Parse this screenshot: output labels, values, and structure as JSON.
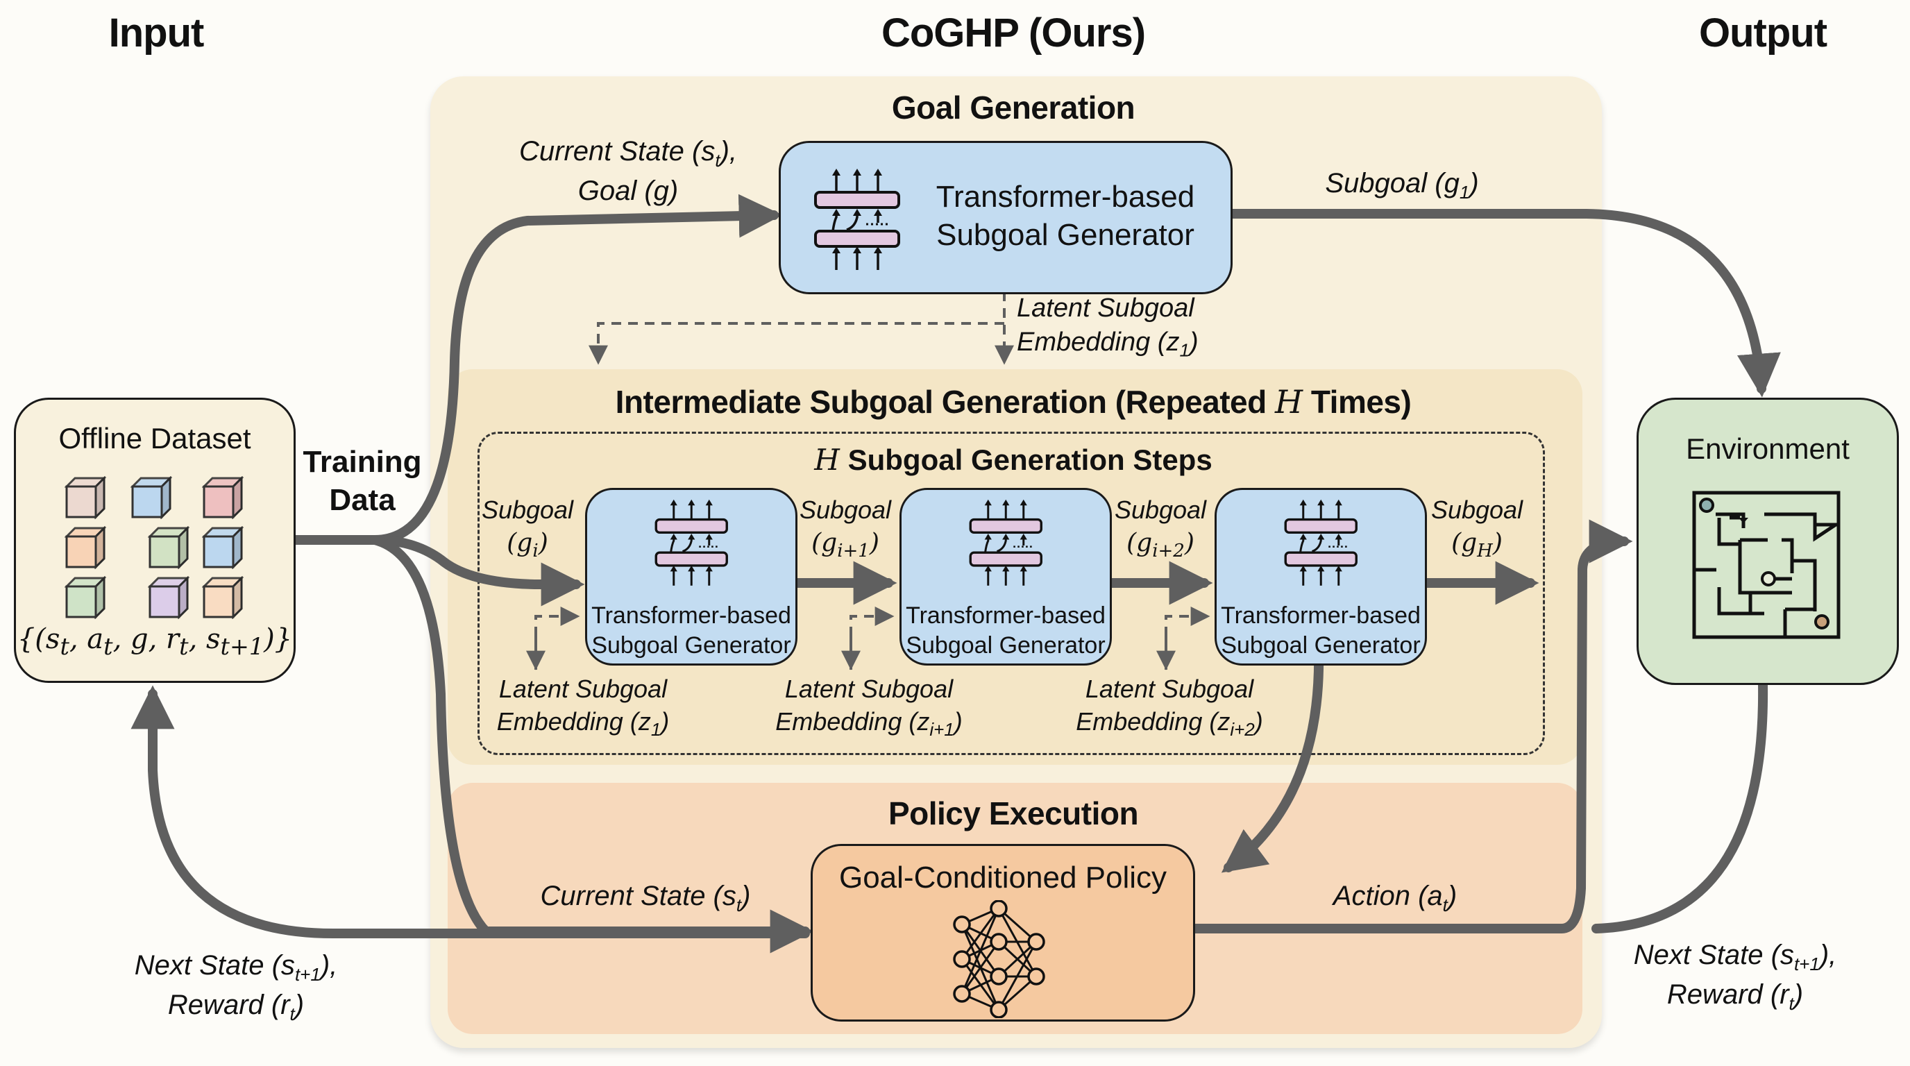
{
  "columns": {
    "input": "Input",
    "method": "CoGHP (Ours)",
    "output": "Output"
  },
  "input": {
    "dataset_title": "Offline Dataset",
    "dataset_tuple": "{(s_t, a_t, g, r_t, s_{t+1})}",
    "cube_colors": [
      "#ecd9d0",
      "#bcd7ef",
      "#eec0c0",
      "#f8d3b6",
      "#d2e2c4",
      "#bcd7ef",
      "#cfe3c7",
      "#dccde9",
      "#f9dcc2"
    ],
    "training_data_label_line1": "Training",
    "training_data_label_line2": "Data"
  },
  "goal_generation": {
    "title": "Goal Generation",
    "input_label_line1": "Current State (s",
    "input_label_line1_sub": "t",
    "input_label_line1_end": "),",
    "input_label_line2": "Goal (g)",
    "generator_line1": "Transformer-based",
    "generator_line2": "Subgoal Generator",
    "output_label": "Subgoal (g",
    "output_label_sub": "1",
    "output_label_end": ")",
    "latent_line1": "Latent Subgoal",
    "latent_line2": "Embedding (z",
    "latent_sub": "1",
    "latent_end": ")"
  },
  "intermediate": {
    "title": "Intermediate Subgoal Generation (Repeated",
    "title_var": "H",
    "title_end": "Times)",
    "steps_var": "H",
    "steps_title": "Subgoal Generation Steps",
    "generators": [
      {
        "line1": "Transformer-based",
        "line2": "Subgoal Generator"
      },
      {
        "line1": "Transformer-based",
        "line2": "Subgoal Generator"
      },
      {
        "line1": "Transformer-based",
        "line2": "Subgoal Generator"
      }
    ],
    "subgoal_labels": [
      {
        "word": "Subgoal",
        "sym": "g",
        "sub": "i"
      },
      {
        "word": "Subgoal",
        "sym": "g",
        "sub": "i+1"
      },
      {
        "word": "Subgoal",
        "sym": "g",
        "sub": "i+2"
      },
      {
        "word": "Subgoal",
        "sym": "g",
        "sub": "H"
      }
    ],
    "latent_labels": [
      {
        "line1": "Latent Subgoal",
        "line2": "Embedding (z",
        "sub": "1",
        "end": ")"
      },
      {
        "line1": "Latent Subgoal",
        "line2": "Embedding (z",
        "sub": "i+1",
        "end": ")"
      },
      {
        "line1": "Latent Subgoal",
        "line2": "Embedding (z",
        "sub": "i+2",
        "end": ")"
      }
    ]
  },
  "policy": {
    "title": "Policy Execution",
    "box_title": "Goal-Conditioned Policy",
    "state_label": "Current State (s",
    "state_sub": "t",
    "state_end": ")",
    "action_label": "Action (a",
    "action_sub": "t",
    "action_end": ")"
  },
  "output": {
    "env_title": "Environment",
    "feedback_line1": "Next State (s",
    "feedback_line1_sub": "t+1",
    "feedback_line1_end": "),",
    "feedback_line2": "Reward (r",
    "feedback_line2_sub": "t",
    "feedback_line2_end": ")"
  },
  "left_feedback": {
    "line1": "Next State (s",
    "line1_sub": "t+1",
    "line1_end": "),",
    "line2": "Reward (r",
    "line2_sub": "t",
    "line2_end": ")"
  },
  "colors": {
    "outer_panel": "#f8f0dc",
    "intermediate_panel": "#f4e6c6",
    "policy_panel": "#f7d9bc",
    "generator_fill": "#c3dcf1",
    "policy_box": "#f5c9a0",
    "dataset_box": "#f8f1dd",
    "env_box": "#d6e6cc",
    "arrow": "#5f5f5f",
    "layer_bar": "#e2c8e0"
  }
}
